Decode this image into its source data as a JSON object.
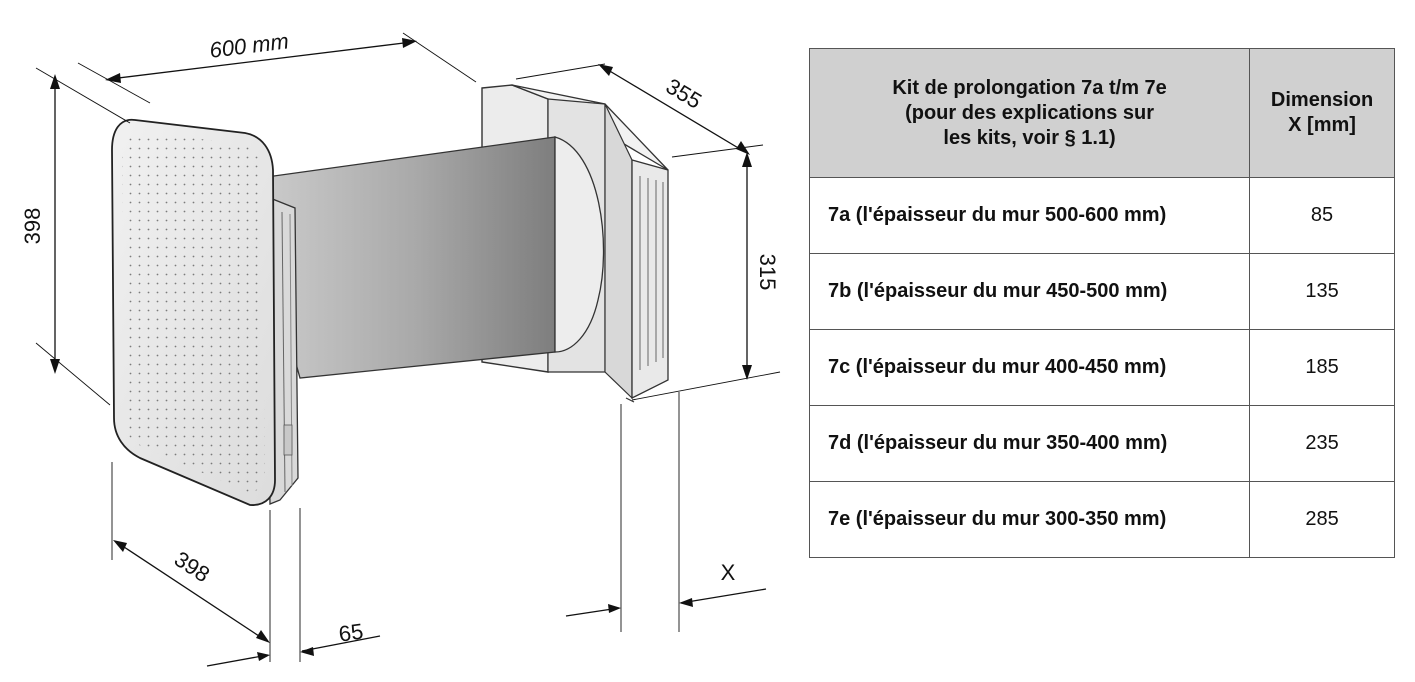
{
  "drawing": {
    "dim_width": "600 mm",
    "dim_height": "398",
    "dim_depth_front": "398",
    "dim_depth_back": "355",
    "dim_back_height": "315",
    "dim_panel_gap": "65",
    "dim_x": "X"
  },
  "table": {
    "header_kit_lines": [
      "Kit de prolongation 7a t/m 7e",
      "(pour des explications sur",
      "les kits, voir § 1.1)"
    ],
    "header_dim_lines": [
      "Dimension",
      "X [mm]"
    ],
    "rows": [
      {
        "kit": "7a (l'épaisseur du mur 500-600 mm)",
        "dim": "85"
      },
      {
        "kit": "7b (l'épaisseur du mur 450-500 mm)",
        "dim": "135"
      },
      {
        "kit": "7c (l'épaisseur du mur 400-450 mm)",
        "dim": "185"
      },
      {
        "kit": "7d (l'épaisseur du mur 350-400 mm)",
        "dim": "235"
      },
      {
        "kit": "7e (l'épaisseur du mur 300-350 mm)",
        "dim": "285"
      }
    ]
  }
}
